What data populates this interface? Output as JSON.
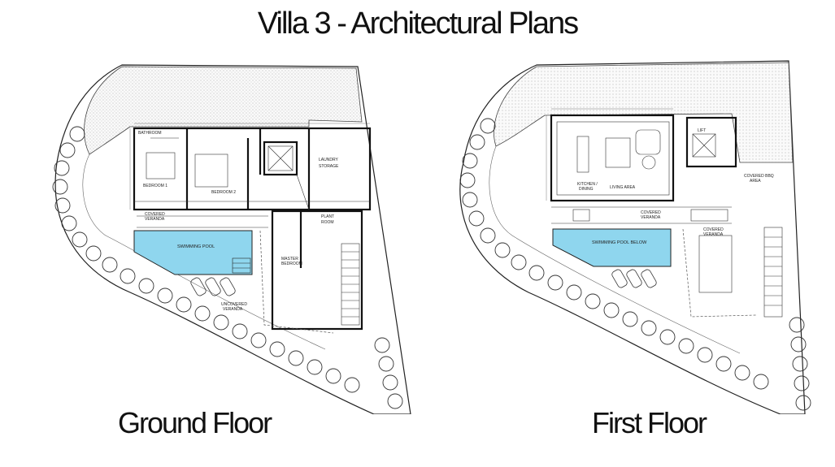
{
  "title": "Villa 3 - Architectural Plans",
  "ground_floor": {
    "caption": "Ground Floor",
    "rooms": {
      "bathroom": "BATHROOM",
      "bedroom1": "BEDROOM 1",
      "bedroom2": "BEDROOM 2",
      "laundry": "LAUNDRY",
      "storage": "STORAGE",
      "covered_veranda_a": "COVERED",
      "covered_veranda_b": "VERANDA",
      "plant_a": "PLANT",
      "plant_b": "ROOM",
      "swimming_pool": "SWIMMING POOL",
      "master_a": "MASTER",
      "master_b": "BEDROOM",
      "uncovered_a": "UNCOVERED",
      "uncovered_b": "VERANDA"
    }
  },
  "first_floor": {
    "caption": "First Floor",
    "rooms": {
      "kitchen_a": "KITCHEN /",
      "kitchen_b": "DINING",
      "living": "LIVING AREA",
      "lift": "LIFT",
      "covered_veranda_a": "COVERED",
      "covered_veranda_b": "VERANDA",
      "covered_veranda_c": "COVERED",
      "covered_veranda_d": "VERANDA",
      "covered_bbq_a": "COVERED BBQ",
      "covered_bbq_b": "AREA",
      "pool_below": "SWIMMING POOL BELOW"
    }
  }
}
